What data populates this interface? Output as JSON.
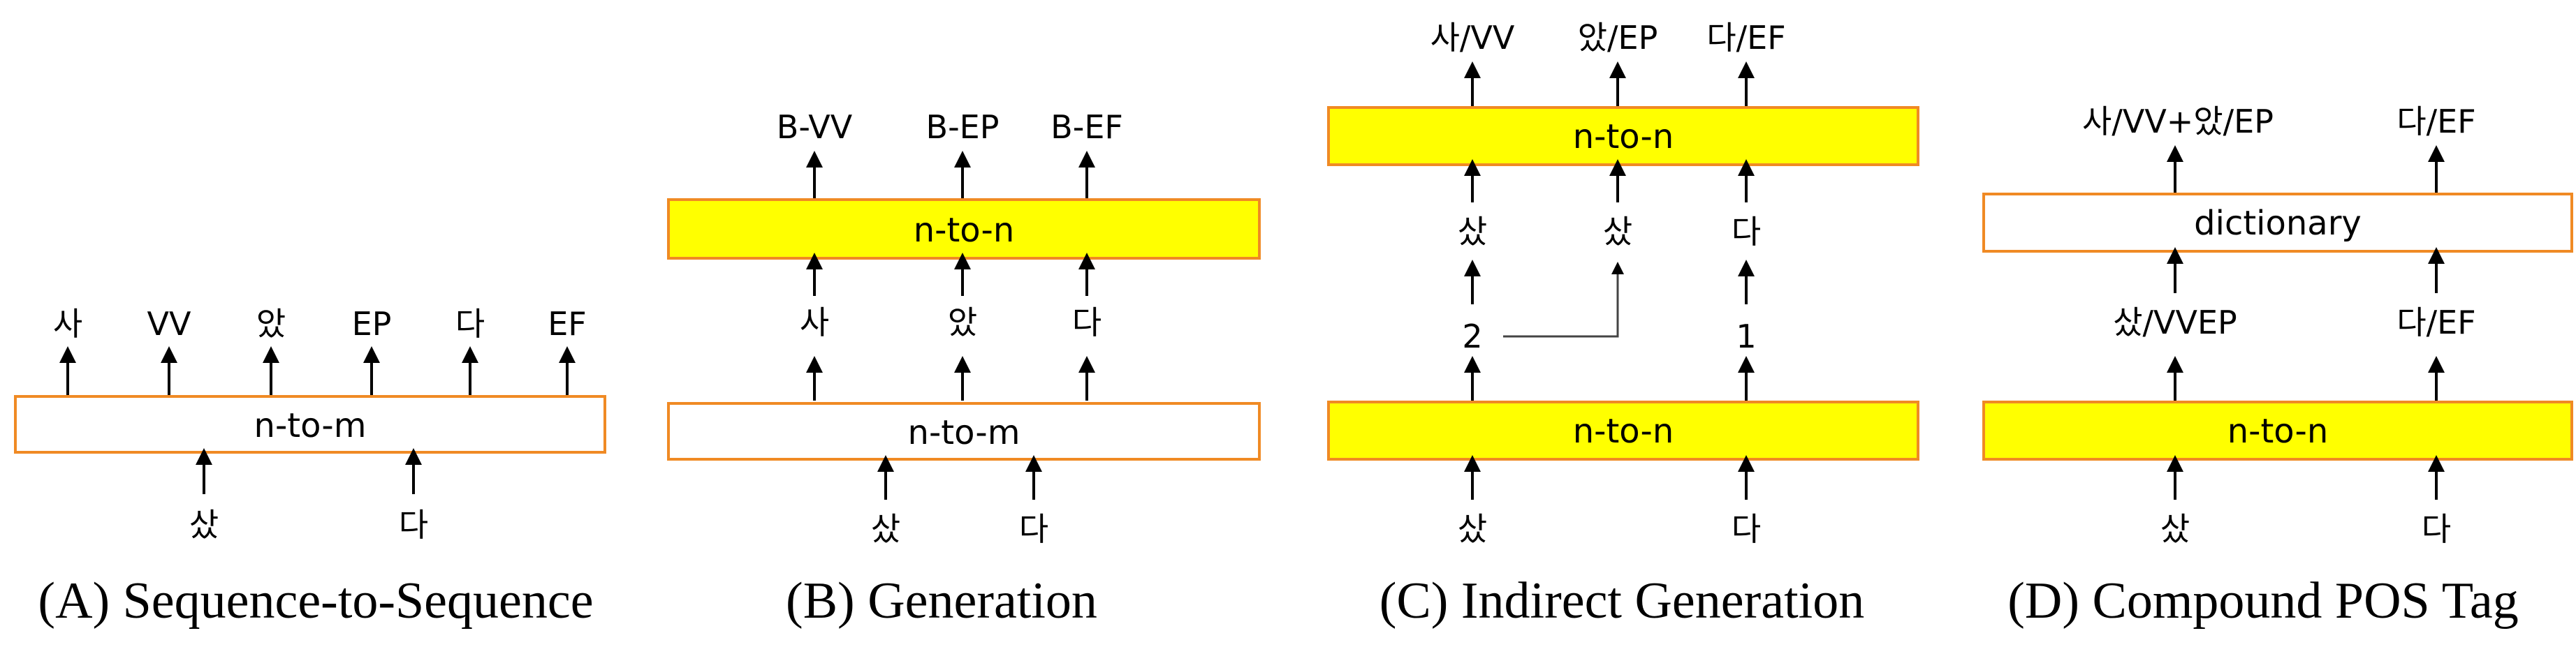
{
  "panels": {
    "a": {
      "caption": "(A) Sequence-to-Sequence",
      "box": "n-to-m",
      "outputs": [
        "사",
        "VV",
        "았",
        "EP",
        "다",
        "EF"
      ],
      "inputs": [
        "샀",
        "다"
      ]
    },
    "b": {
      "caption": "(B) Generation",
      "top_box": "n-to-n",
      "bottom_box": "n-to-m",
      "outputs": [
        "B-VV",
        "B-EP",
        "B-EF"
      ],
      "middle": [
        "사",
        "았",
        "다"
      ],
      "inputs": [
        "샀",
        "다"
      ]
    },
    "c": {
      "caption": "(C) Indirect Generation",
      "top_box": "n-to-n",
      "bottom_box": "n-to-n",
      "outputs": [
        "사/VV",
        "았/EP",
        "다/EF"
      ],
      "middle": [
        "샀",
        "샀",
        "다"
      ],
      "counts": [
        "2",
        "1"
      ],
      "inputs": [
        "샀",
        "다"
      ]
    },
    "d": {
      "caption": "(D) Compound POS Tag",
      "top_box": "dictionary",
      "bottom_box": "n-to-n",
      "outputs": [
        "사/VV+았/EP",
        "다/EF"
      ],
      "middle": [
        "샀/VVEP",
        "다/EF"
      ],
      "inputs": [
        "샀",
        "다"
      ]
    }
  },
  "colors": {
    "box_border": "#f08a24",
    "box_fill_yellow": "#ffff00",
    "box_fill_white": "#ffffff"
  },
  "icons": {
    "arrow": "up-arrow-icon"
  }
}
